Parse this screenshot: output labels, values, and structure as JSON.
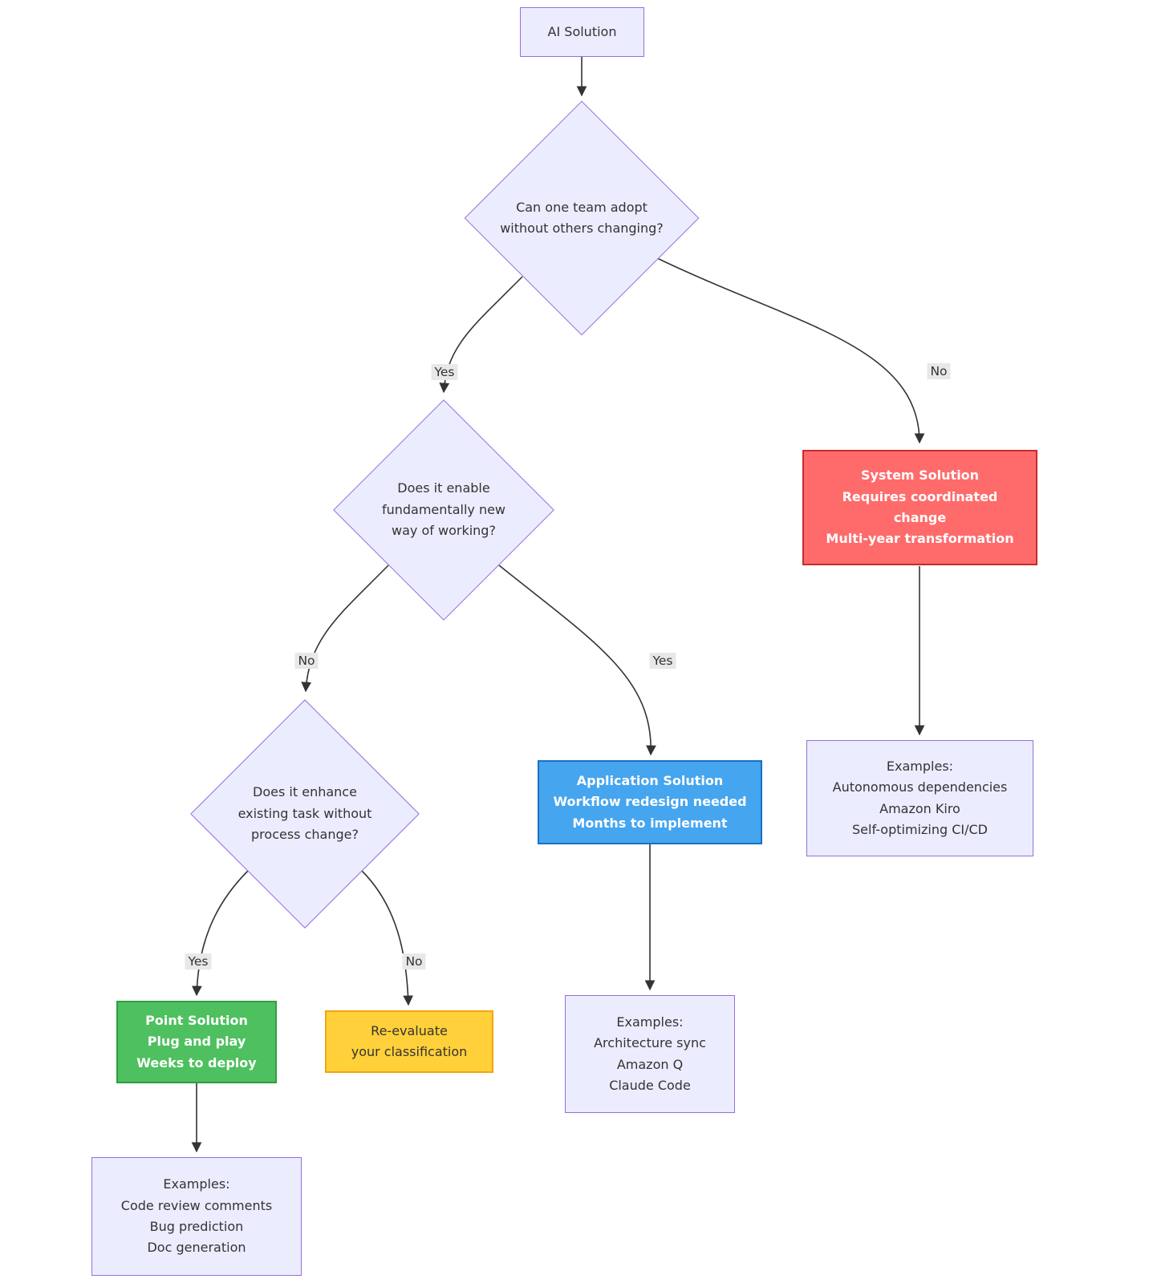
{
  "diagram": {
    "kind": "flowchart-decision-tree",
    "nodes": {
      "root": {
        "label": "AI Solution"
      },
      "q1": {
        "label": "Can one team adopt\nwithout others changing?"
      },
      "q2": {
        "label": "Does it enable\nfundamentally new\nway of working?"
      },
      "q3": {
        "label": "Does it enhance\nexisting task without\nprocess change?"
      },
      "system": {
        "label": "System Solution\nRequires coordinated\nchange\nMulti-year transformation"
      },
      "system_examples": {
        "label": "Examples:\nAutonomous dependencies\nAmazon Kiro\nSelf-optimizing CI/CD"
      },
      "application": {
        "label": "Application Solution\nWorkflow redesign needed\nMonths to implement"
      },
      "application_examples": {
        "label": "Examples:\nArchitecture sync\nAmazon Q\nClaude Code"
      },
      "point": {
        "label": "Point Solution\nPlug and play\nWeeks to deploy"
      },
      "point_examples": {
        "label": "Examples:\nCode review comments\nBug prediction\nDoc generation"
      },
      "reevaluate": {
        "label": "Re-evaluate\nyour classification"
      }
    },
    "edge_labels": {
      "q1_yes": "Yes",
      "q1_no": "No",
      "q2_no": "No",
      "q2_yes": "Yes",
      "q3_yes": "Yes",
      "q3_no": "No"
    }
  },
  "colors": {
    "node-fill": "#ECECFF",
    "node-border": "#9370DB",
    "red-fill": "#FF6B6B",
    "red-border": "#C92A2A",
    "blue-fill": "#45A5EF",
    "blue-border": "#1971C2",
    "green-fill": "#4EC05F",
    "green-border": "#2F9E44",
    "yellow-fill": "#FFD03A",
    "yellow-border": "#F2A60D",
    "edge": "#333333",
    "edge-label-bg": "#E8E8E8",
    "text": "#333333",
    "inverse-text": "#FFFFFF"
  }
}
